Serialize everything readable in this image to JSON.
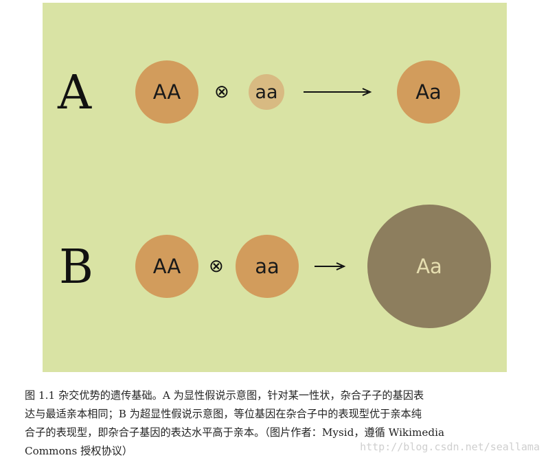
{
  "diagram": {
    "row_a": {
      "letter": "A",
      "left": "AA",
      "cross": "⊗",
      "right": "aa",
      "result": "Aa"
    },
    "row_b": {
      "letter": "B",
      "left": "AA",
      "cross": "⊗",
      "right": "aa",
      "result": "Aa"
    },
    "colors": {
      "background": "#d9e3a4",
      "parent_circle": "#d29c5c",
      "small_recessive_circle": "#d8ba82",
      "large_offspring_circle": "#8d7e5e",
      "large_offspring_text": "#e6deb0"
    }
  },
  "caption": {
    "lines": [
      "图 1.1 杂交优势的遗传基础。A 为显性假说示意图，针对某一性状，杂合子子的基因表",
      "达与最适亲本相同；B 为超显性假说示意图，等位基因在杂合子中的表现型优于亲本纯",
      "合子的表现型，即杂合子基因的表达水平高于亲本。（图片作者：Mysid，遵循 Wikimedia",
      "Commons 授权协议）"
    ]
  },
  "watermark": "http://blog.csdn.net/seallama"
}
